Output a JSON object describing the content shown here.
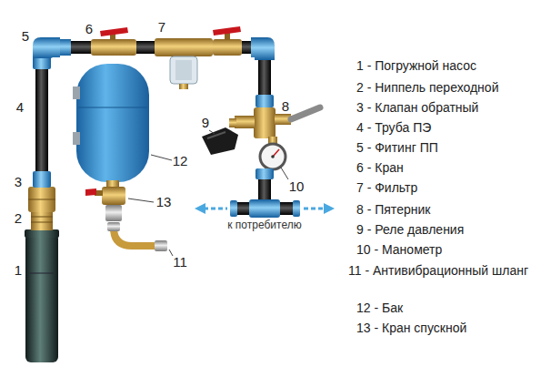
{
  "diagram": {
    "labels": [
      "1",
      "2",
      "3",
      "4",
      "5",
      "6",
      "7",
      "8",
      "9",
      "10",
      "11",
      "12",
      "13",
      "к потребителю",
      "1 - Погружной насос",
      "2 - Ниппель переходной",
      "3 - Клапан обратный",
      "4 - Труба ПЭ",
      "5 - Фитинг ПП",
      "6 - Кран",
      "7 - Фильтр",
      "8 - Пятерник",
      "9 - Реле давления",
      "10 - Манометр",
      "11 - Антивибрационный шланг",
      "12 - Бак",
      "13 - Кран спускной"
    ]
  }
}
